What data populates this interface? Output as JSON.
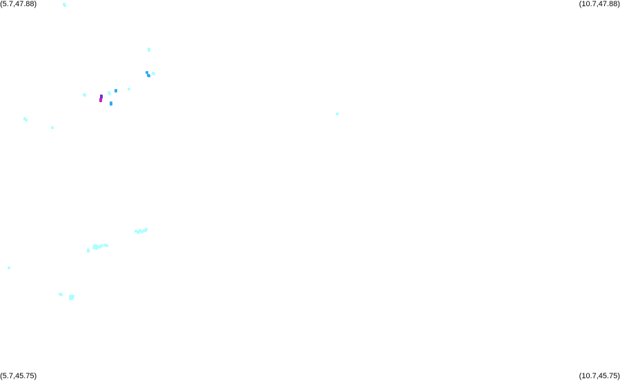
{
  "corners": {
    "top_left": "(5.7,47.88)",
    "top_right": "(10.7,47.88)",
    "bottom_left": "(5.7,45.75)",
    "bottom_right": "(10.7,45.75)"
  },
  "bounds": {
    "lon_min": 5.7,
    "lon_max": 10.7,
    "lat_min": 45.75,
    "lat_max": 47.88
  },
  "colors": {
    "low": "#aaffff",
    "mid": "#33aaee",
    "high": "#6633dd",
    "peak": "#cc22aa"
  },
  "points": [
    {
      "lon": 6.217,
      "lat": 47.855,
      "level": "low"
    },
    {
      "lon": 6.222,
      "lat": 47.848,
      "level": "low"
    },
    {
      "lon": 6.937,
      "lat": 47.472,
      "level": "low"
    },
    {
      "lon": 6.94,
      "lat": 47.466,
      "level": "low"
    },
    {
      "lon": 6.884,
      "lat": 47.475,
      "level": "mid"
    },
    {
      "lon": 6.898,
      "lat": 47.46,
      "level": "mid"
    },
    {
      "lon": 6.902,
      "lat": 47.456,
      "level": "mid"
    },
    {
      "lon": 6.634,
      "lat": 47.375,
      "level": "mid"
    },
    {
      "lon": 6.634,
      "lat": 47.369,
      "level": "mid"
    },
    {
      "lon": 6.515,
      "lat": 47.344,
      "level": "high"
    },
    {
      "lon": 6.515,
      "lat": 47.337,
      "level": "high"
    },
    {
      "lon": 6.51,
      "lat": 47.325,
      "level": "peak"
    },
    {
      "lon": 6.513,
      "lat": 47.318,
      "level": "peak"
    },
    {
      "lon": 6.58,
      "lat": 47.363,
      "level": "low"
    },
    {
      "lon": 6.583,
      "lat": 47.356,
      "level": "low"
    },
    {
      "lon": 6.738,
      "lat": 47.383,
      "level": "low"
    },
    {
      "lon": 6.598,
      "lat": 47.305,
      "level": "mid"
    },
    {
      "lon": 6.595,
      "lat": 47.298,
      "level": "mid"
    },
    {
      "lon": 6.38,
      "lat": 47.35,
      "level": "low"
    },
    {
      "lon": 6.385,
      "lat": 47.346,
      "level": "low"
    },
    {
      "lon": 5.903,
      "lat": 47.215,
      "level": "low"
    },
    {
      "lon": 5.912,
      "lat": 47.21,
      "level": "low"
    },
    {
      "lon": 6.12,
      "lat": 47.168,
      "level": "low"
    },
    {
      "lon": 8.42,
      "lat": 47.245,
      "level": "low"
    },
    {
      "lon": 6.901,
      "lat": 47.605,
      "level": "low"
    },
    {
      "lon": 6.902,
      "lat": 47.598,
      "level": "low"
    },
    {
      "lon": 6.795,
      "lat": 46.587,
      "level": "low"
    },
    {
      "lon": 6.81,
      "lat": 46.583,
      "level": "low"
    },
    {
      "lon": 6.83,
      "lat": 46.59,
      "level": "low"
    },
    {
      "lon": 6.845,
      "lat": 46.585,
      "level": "low"
    },
    {
      "lon": 6.86,
      "lat": 46.593,
      "level": "low"
    },
    {
      "lon": 6.875,
      "lat": 46.59,
      "level": "low"
    },
    {
      "lon": 6.88,
      "lat": 46.598,
      "level": "low"
    },
    {
      "lon": 6.82,
      "lat": 46.58,
      "level": "low"
    },
    {
      "lon": 6.46,
      "lat": 46.507,
      "level": "low"
    },
    {
      "lon": 6.475,
      "lat": 46.505,
      "level": "low"
    },
    {
      "lon": 6.49,
      "lat": 46.502,
      "level": "low"
    },
    {
      "lon": 6.505,
      "lat": 46.5,
      "level": "low"
    },
    {
      "lon": 6.52,
      "lat": 46.506,
      "level": "low"
    },
    {
      "lon": 6.545,
      "lat": 46.512,
      "level": "low"
    },
    {
      "lon": 6.56,
      "lat": 46.508,
      "level": "low"
    },
    {
      "lon": 6.455,
      "lat": 46.495,
      "level": "low"
    },
    {
      "lon": 6.48,
      "lat": 46.492,
      "level": "low"
    },
    {
      "lon": 6.41,
      "lat": 46.483,
      "level": "low"
    },
    {
      "lon": 6.412,
      "lat": 46.476,
      "level": "low"
    },
    {
      "lon": 5.773,
      "lat": 46.382,
      "level": "low"
    },
    {
      "lon": 6.186,
      "lat": 46.238,
      "level": "low"
    },
    {
      "lon": 6.195,
      "lat": 46.233,
      "level": "low"
    },
    {
      "lon": 6.265,
      "lat": 46.223,
      "level": "low"
    },
    {
      "lon": 6.278,
      "lat": 46.219,
      "level": "low"
    },
    {
      "lon": 6.29,
      "lat": 46.224,
      "level": "low"
    },
    {
      "lon": 6.27,
      "lat": 46.21,
      "level": "low"
    },
    {
      "lon": 6.283,
      "lat": 46.214,
      "level": "low"
    }
  ]
}
